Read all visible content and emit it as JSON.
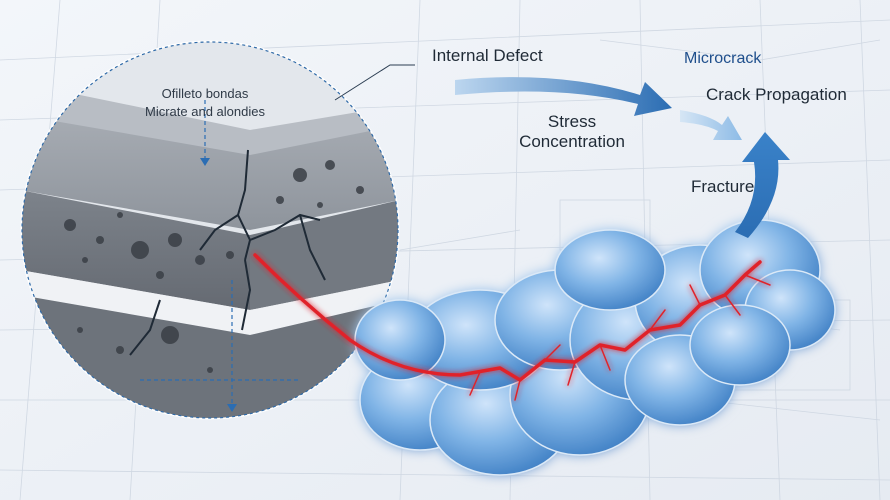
{
  "diagram": {
    "lens_caption_line1": "Ofilleto bondas",
    "lens_caption_line2": "Micrate and alondies",
    "labels": {
      "internal_defect": "Internal Defect",
      "microcrack": "Microcrack",
      "crack_propagation": "Crack Propagation",
      "stress_line1": "Stress",
      "stress_line2": "Concentration",
      "fracture": "Fracture"
    },
    "colors": {
      "crack_red": "#e0242b",
      "arrow_blue": "#2b6db3",
      "cloud_blue": "#6fa6de",
      "slab_gray": "#8a9099",
      "microcrack_label": "#1f4f8c"
    }
  }
}
